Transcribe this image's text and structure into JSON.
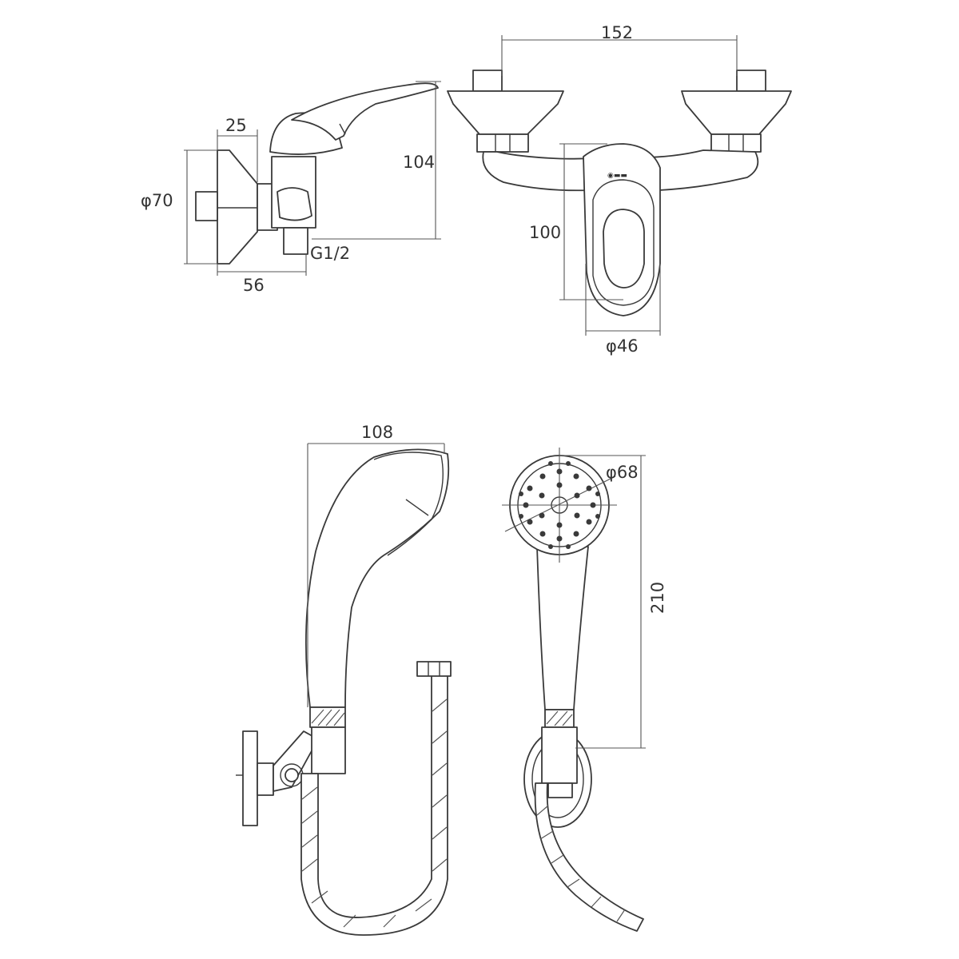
{
  "dimensions": {
    "side_depth_top": "25",
    "side_height": "104",
    "side_flange_dia": "φ70",
    "side_thread": "G1/2",
    "side_depth_bottom": "56",
    "front_centers": "152",
    "front_height": "100",
    "front_body_dia": "φ46",
    "handshower_length": "108",
    "handshower_head_dia": "φ68",
    "handshower_height": "210"
  },
  "colors": {
    "line": "#3a3a3a",
    "background": "#ffffff"
  }
}
